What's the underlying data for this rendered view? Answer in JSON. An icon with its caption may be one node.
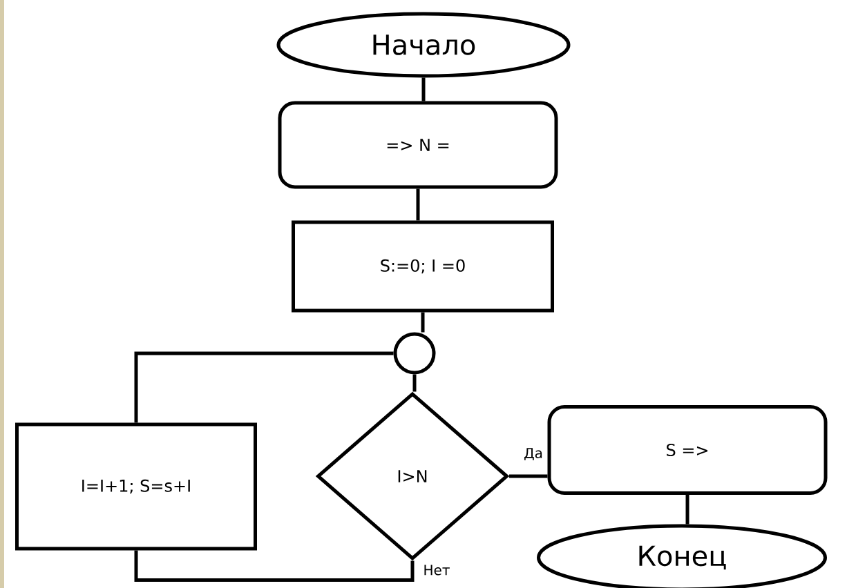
{
  "diagram": {
    "nodes": [
      {
        "text": [
          "Начало"
        ]
      },
      {
        "text": [
          "=>  N ="
        ]
      },
      {
        "text": [
          "S:=0;   I =0"
        ]
      },
      {
        "text": [],
        "shape": "circle"
      },
      {
        "text": [
          "I>N"
        ]
      },
      {
        "text": [
          "I=I+1;  S=s+I"
        ]
      },
      {
        "text": [
          "S =>"
        ]
      },
      {
        "text": [
          "Конец"
        ]
      }
    ],
    "edges": [
      {
        "from": 0,
        "to": 1,
        "arrow": "none"
      },
      {
        "from": 1,
        "to": 2,
        "arrow": "none"
      },
      {
        "from": 2,
        "to": 3,
        "arrow": "none"
      },
      {
        "from": 3,
        "to": 4,
        "arrow": "none"
      },
      {
        "from": 4,
        "to": 6,
        "arrow": "none",
        "label": "Да"
      },
      {
        "from": 4,
        "to": 5,
        "arrow": "none",
        "label": "Нет"
      },
      {
        "from": 5,
        "to": 3,
        "arrow": "none"
      },
      {
        "from": 6,
        "to": 7,
        "arrow": "none"
      }
    ]
  }
}
